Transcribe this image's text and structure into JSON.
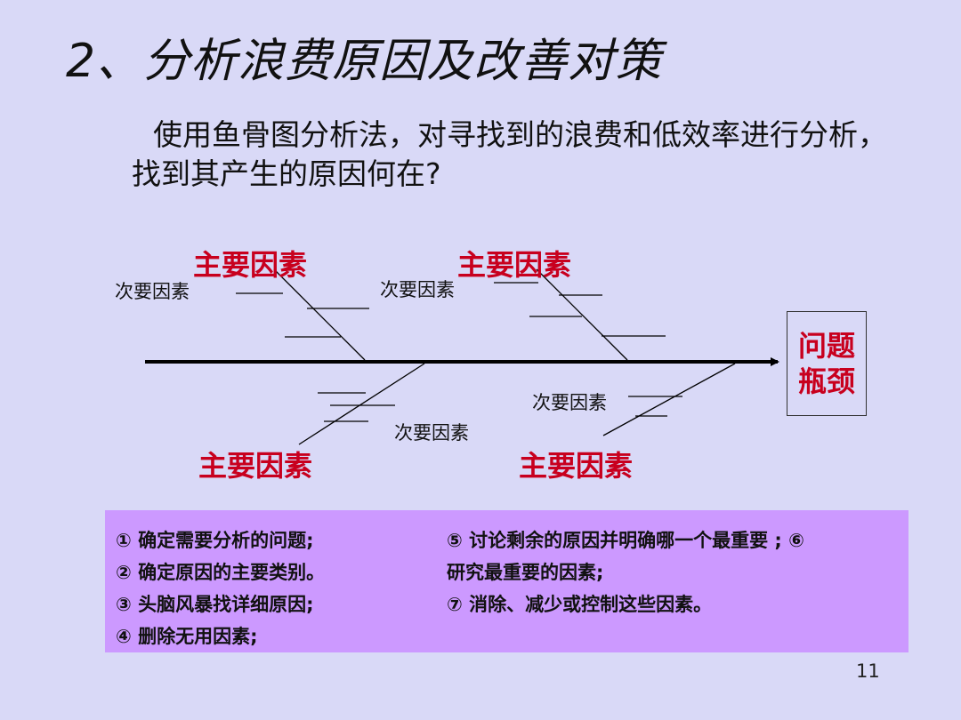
{
  "slide": {
    "title": "2、分析浪费原因及改善对策",
    "intro": "使用鱼骨图分析法，对寻找到的浪费和低效率进行分析，找到其产生的原因何在?",
    "page_number": "11"
  },
  "fishbone": {
    "major_labels": [
      "主要因素",
      "主要因素",
      "主要因素",
      "主要因素"
    ],
    "minor_labels": [
      "次要因素",
      "次要因素",
      "次要因素",
      "次要因素"
    ],
    "problem": [
      "问题",
      "瓶颈"
    ],
    "colors": {
      "major": "#c8001e",
      "line": "#000000"
    }
  },
  "steps": {
    "left": [
      "① 确定需要分析的问题;",
      "② 确定原因的主要类别。",
      "③ 头脑风暴找详细原因;",
      "④ 删除无用因素;"
    ],
    "right": [
      "⑤ 讨论剩余的原因并明确哪一个最重要 ; ⑥",
      "研究最重要的因素;",
      "⑦ 消除、减少或控制这些因素。"
    ],
    "background": "#cc99ff"
  }
}
